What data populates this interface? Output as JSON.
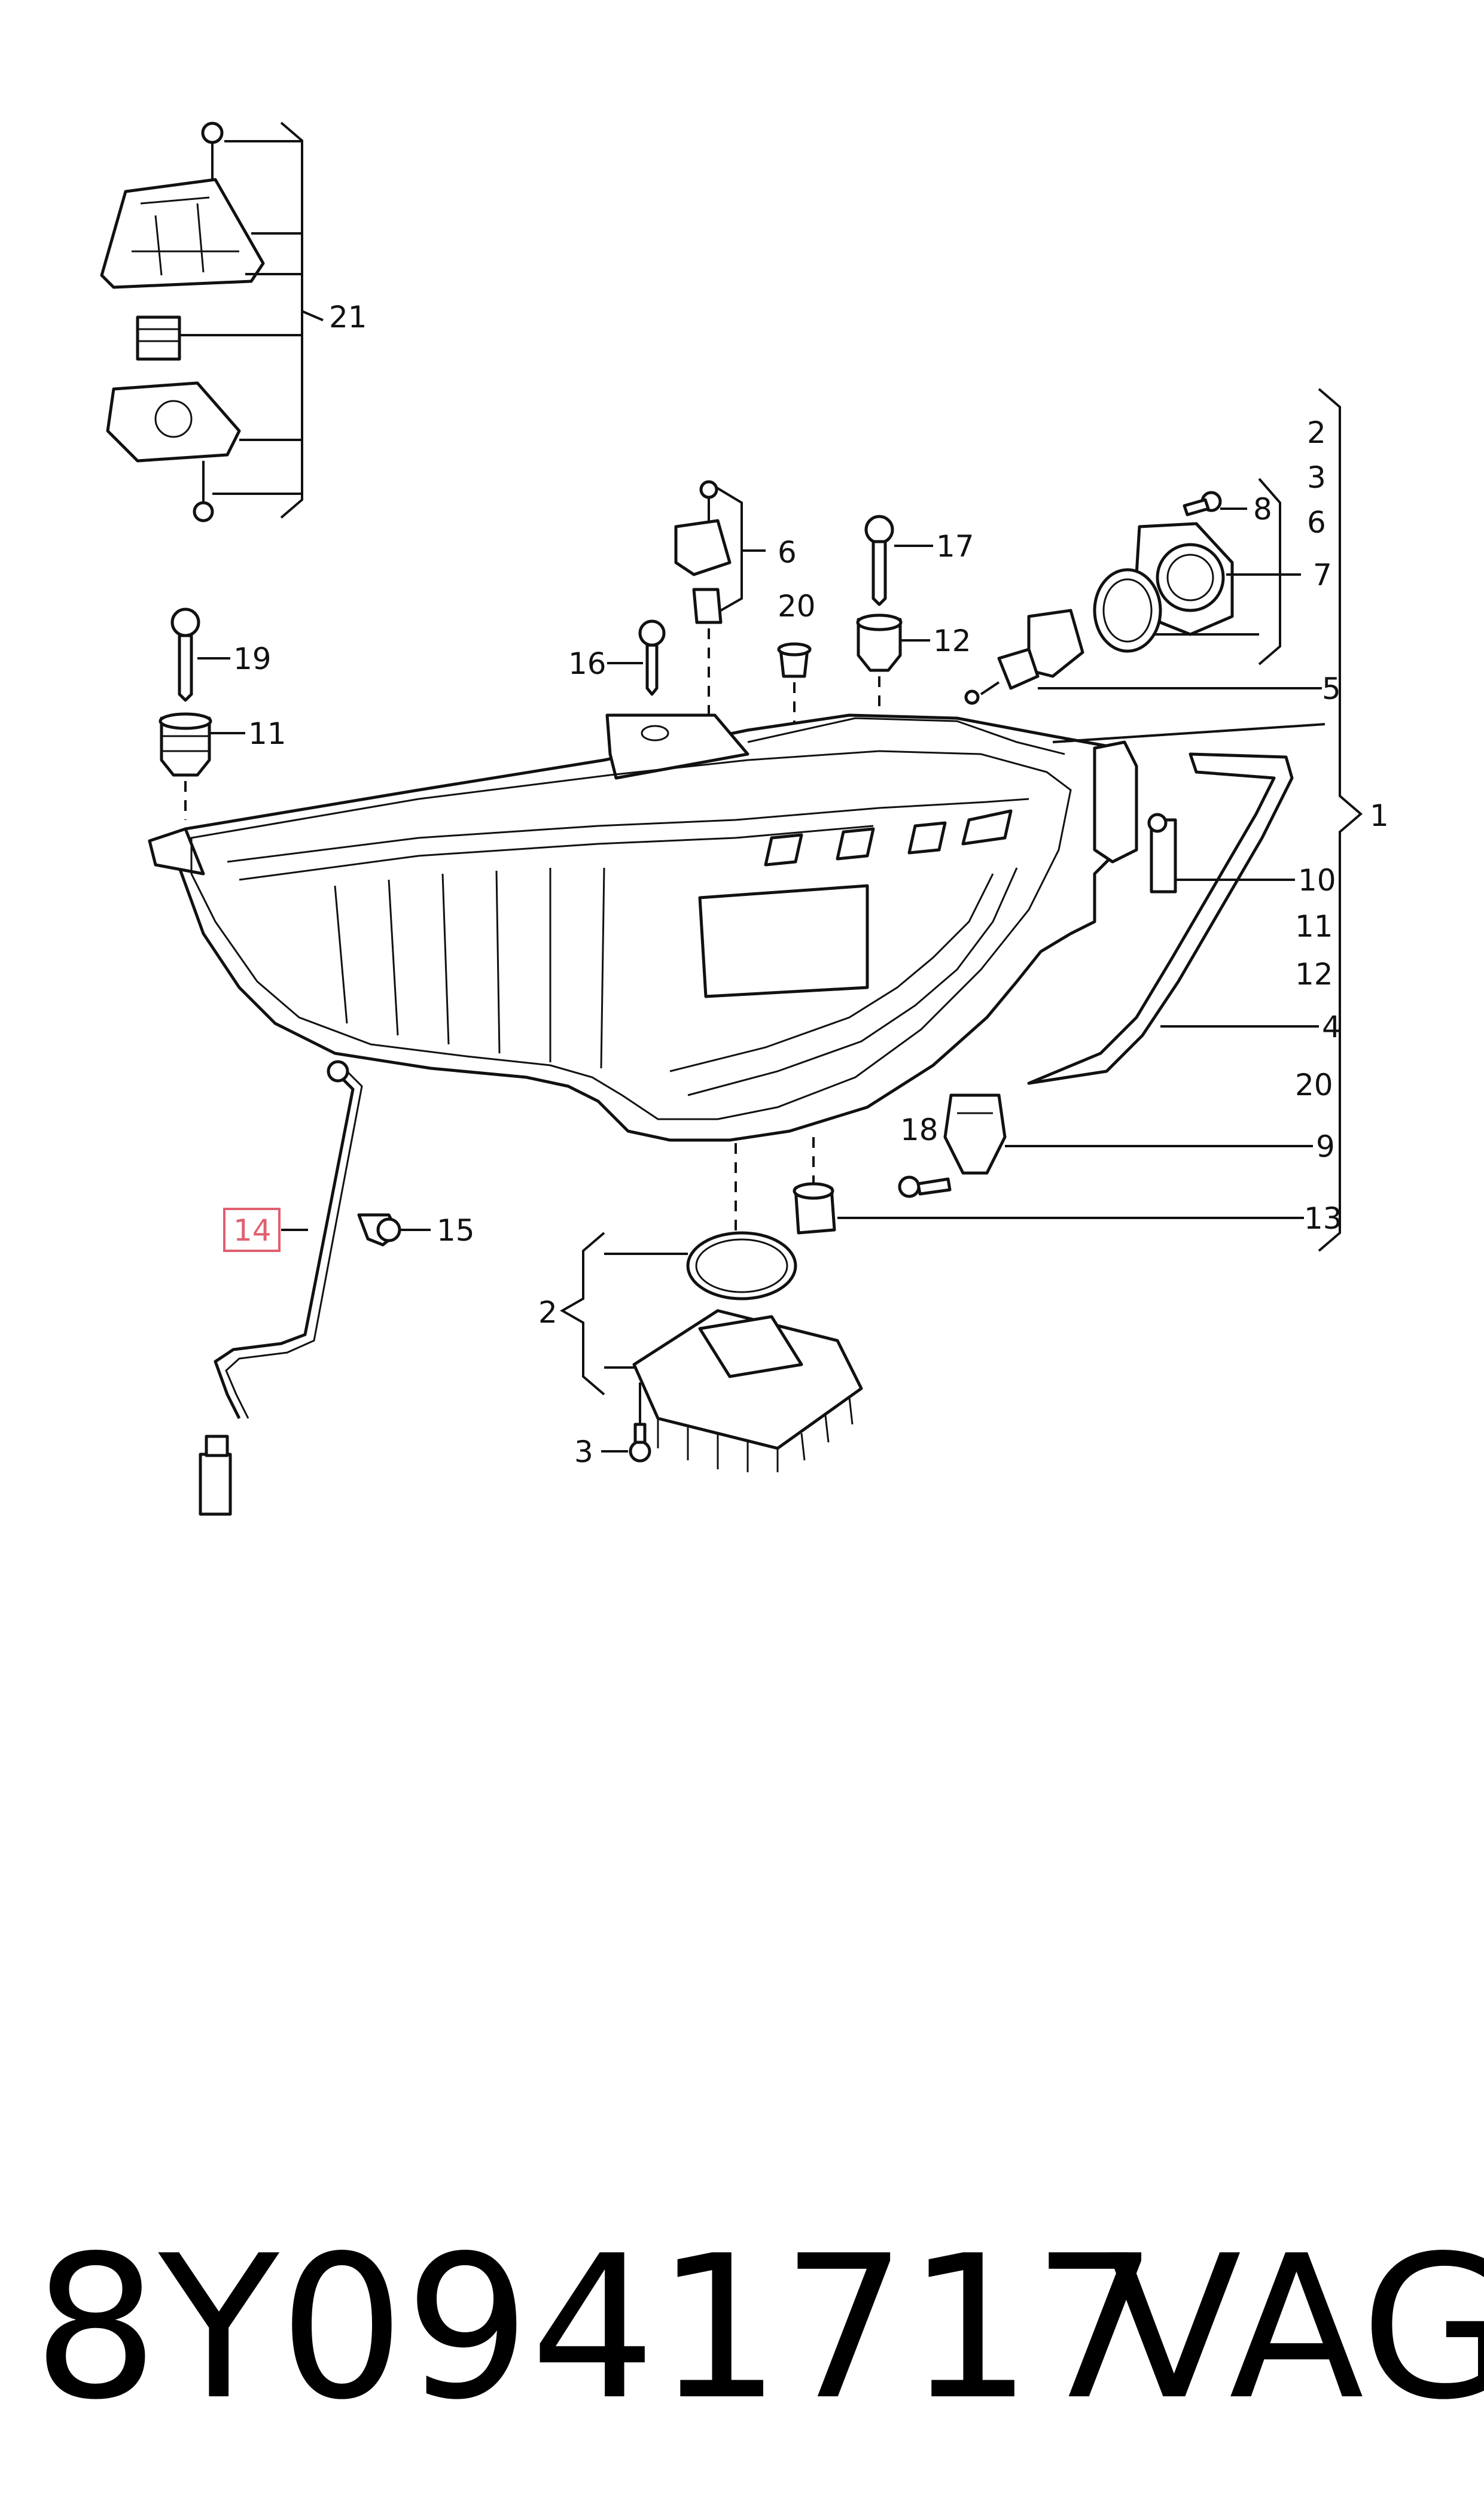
{
  "callouts": {
    "c21": "21",
    "c2a": "2",
    "c3a": "3",
    "c6a": "6",
    "c7": "7",
    "c8": "8",
    "c5": "5",
    "c1": "1",
    "c10": "10",
    "c11a": "11",
    "c12a": "12",
    "c4": "4",
    "c20a": "20",
    "c9": "9",
    "c13": "13",
    "c6b": "6",
    "c17": "17",
    "c20b": "20",
    "c12b": "12",
    "c16": "16",
    "c19": "19",
    "c11b": "11",
    "c14": "14",
    "c15": "15",
    "c18": "18",
    "c2b": "2",
    "c3b": "3"
  },
  "highlight_color": "#e06070",
  "footer": {
    "part_number": "8Y0941717",
    "brand": "VAG"
  }
}
